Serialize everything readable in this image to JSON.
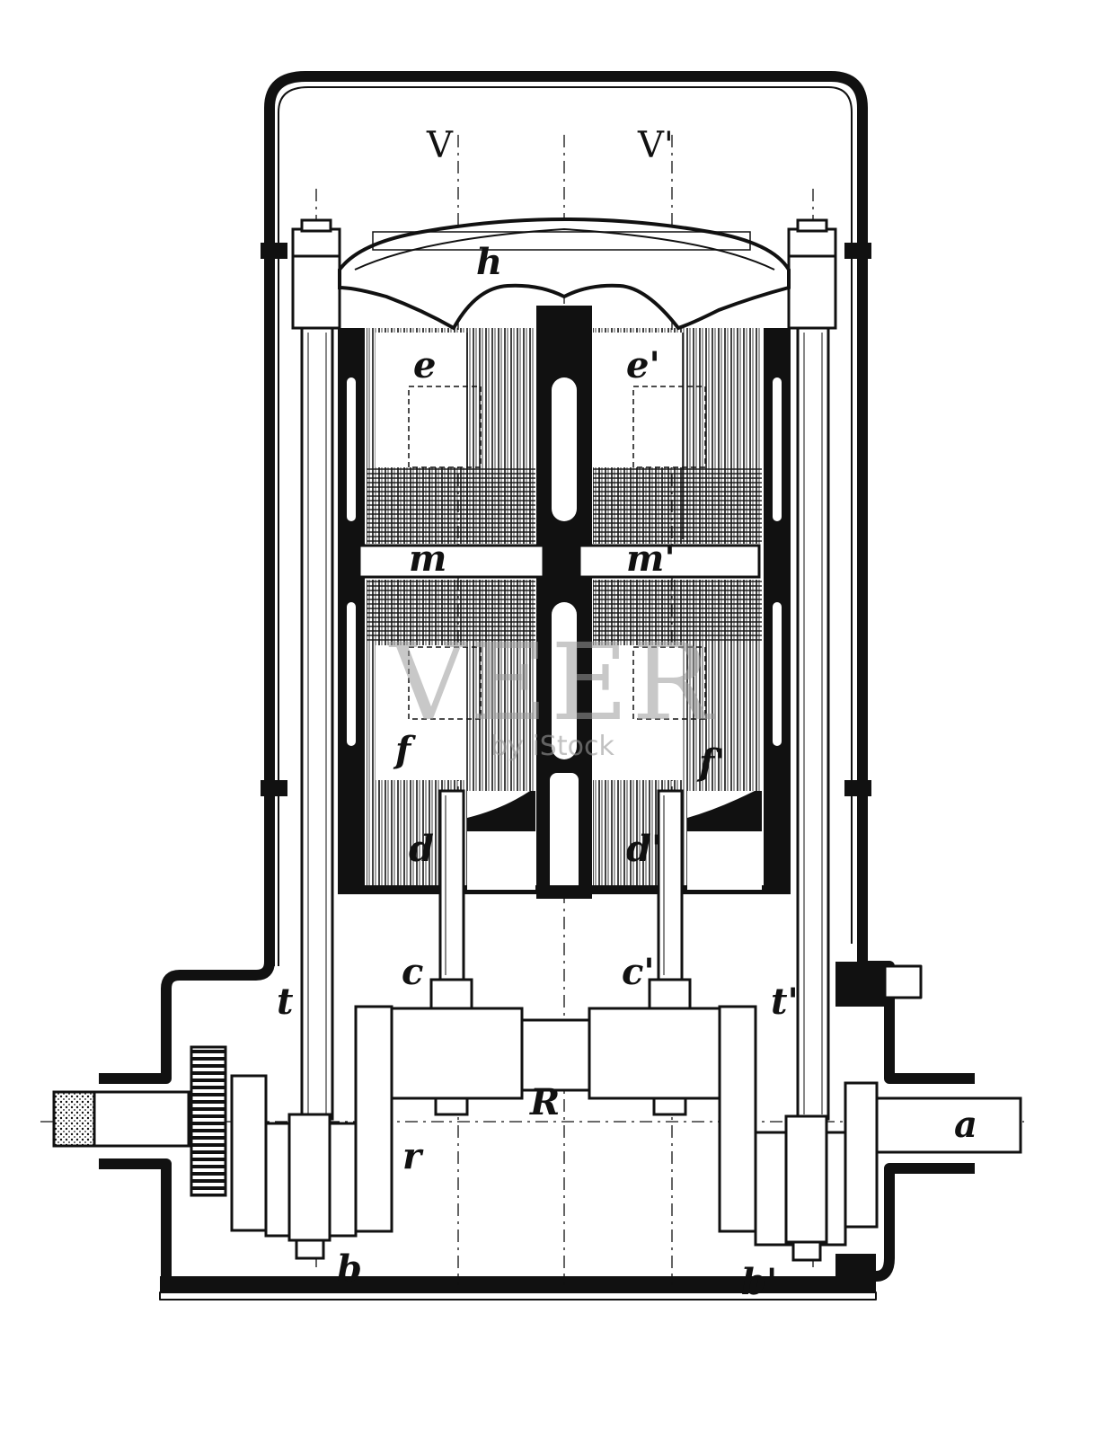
{
  "labels": {
    "V": "V",
    "V_prime": "V'",
    "h": "h",
    "e": "e",
    "e_prime": "e'",
    "m": "m",
    "m_prime": "m'",
    "f": "f",
    "f_prime": "f'",
    "d": "d",
    "d_prime": "d'",
    "c": "c",
    "c_prime": "c'",
    "t": "t",
    "t_prime": "t'",
    "R": "R",
    "r": "r",
    "a": "a",
    "b": "b",
    "b_prime": "b'"
  },
  "watermark": {
    "brand": "VEER",
    "sub": "by iStock"
  }
}
